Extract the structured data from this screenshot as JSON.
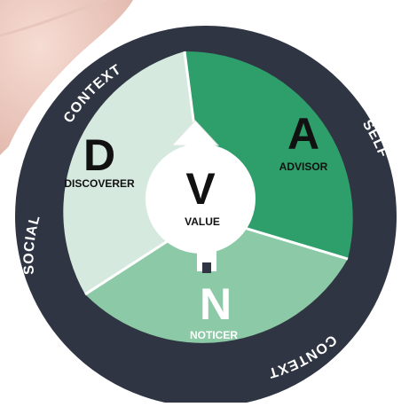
{
  "ring": {
    "labels": {
      "context_top": "CONTEXT",
      "self": "SELF",
      "context_bottom": "CONTEXT",
      "social": "SOCIAL"
    }
  },
  "segments": {
    "discoverer": {
      "letter": "D",
      "label": "DISCOVERER",
      "color": "#d6e9df"
    },
    "advisor": {
      "letter": "A",
      "label": "ADVISOR",
      "color": "#2e9e6a"
    },
    "noticer": {
      "letter": "N",
      "label": "NOTICER",
      "color": "#8cc9a6"
    }
  },
  "center": {
    "letter": "V",
    "label": "VALUE"
  },
  "colors": {
    "ring": "#2f3542",
    "separator": "#ffffff",
    "text_dark": "#111111",
    "text_light": "#ffffff"
  }
}
